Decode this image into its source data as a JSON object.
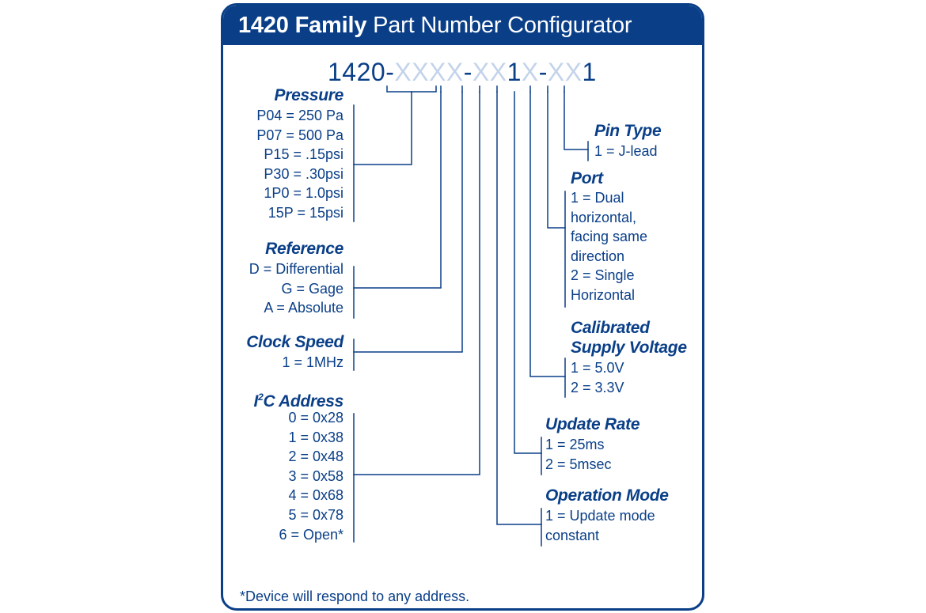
{
  "title": {
    "bold": "1420 Family",
    "regular": "Part Number Configurator"
  },
  "part_number": {
    "segments": [
      {
        "text": "1420-",
        "placeholder": false
      },
      {
        "text": "XXXX",
        "placeholder": true
      },
      {
        "text": "-",
        "placeholder": false
      },
      {
        "text": "X",
        "placeholder": true
      },
      {
        "text": "X",
        "placeholder": true
      },
      {
        "text": "1",
        "placeholder": false
      },
      {
        "text": "X",
        "placeholder": true
      },
      {
        "text": "-",
        "placeholder": false
      },
      {
        "text": "X",
        "placeholder": true
      },
      {
        "text": "X",
        "placeholder": true
      },
      {
        "text": "1",
        "placeholder": false
      }
    ]
  },
  "fields": {
    "pressure": {
      "heading": "Pressure",
      "options": [
        "P04 = 250 Pa",
        "P07 = 500 Pa",
        "P15 = .15psi",
        "P30 = .30psi",
        "1P0 = 1.0psi",
        "15P = 15psi"
      ]
    },
    "reference": {
      "heading": "Reference",
      "options": [
        "D = Differential",
        "G =  Gage",
        "A = Absolute"
      ]
    },
    "clock_speed": {
      "heading": "Clock Speed",
      "options": [
        "1 = 1MHz"
      ]
    },
    "i2c_address": {
      "heading_prefix": "I",
      "heading_sup": "2",
      "heading_suffix": "C Address",
      "options": [
        "0 = 0x28",
        "1 = 0x38",
        "2 = 0x48",
        "3 = 0x58",
        "4 = 0x68",
        "5 = 0x78",
        "6 = Open*"
      ]
    },
    "pin_type": {
      "heading": "Pin Type",
      "options": [
        "1 = J-lead"
      ]
    },
    "port": {
      "heading": "Port",
      "options": [
        "1 = Dual",
        "horizontal,",
        "facing same",
        "direction",
        "2 = Single",
        "Horizontal"
      ]
    },
    "calibrated_supply_voltage": {
      "heading_line1": "Calibrated",
      "heading_line2": "Supply Voltage",
      "options": [
        "1 = 5.0V",
        "2 = 3.3V"
      ]
    },
    "update_rate": {
      "heading": "Update Rate",
      "options": [
        "1 = 25ms",
        "2 = 5msec"
      ]
    },
    "operation_mode": {
      "heading": "Operation Mode",
      "options": [
        "1 = Update mode",
        "constant"
      ]
    }
  },
  "footnote": "*Device will respond to any address.",
  "colors": {
    "primary": "#0a3f88",
    "placeholder": "#c3d3ea",
    "background": "#ffffff"
  }
}
